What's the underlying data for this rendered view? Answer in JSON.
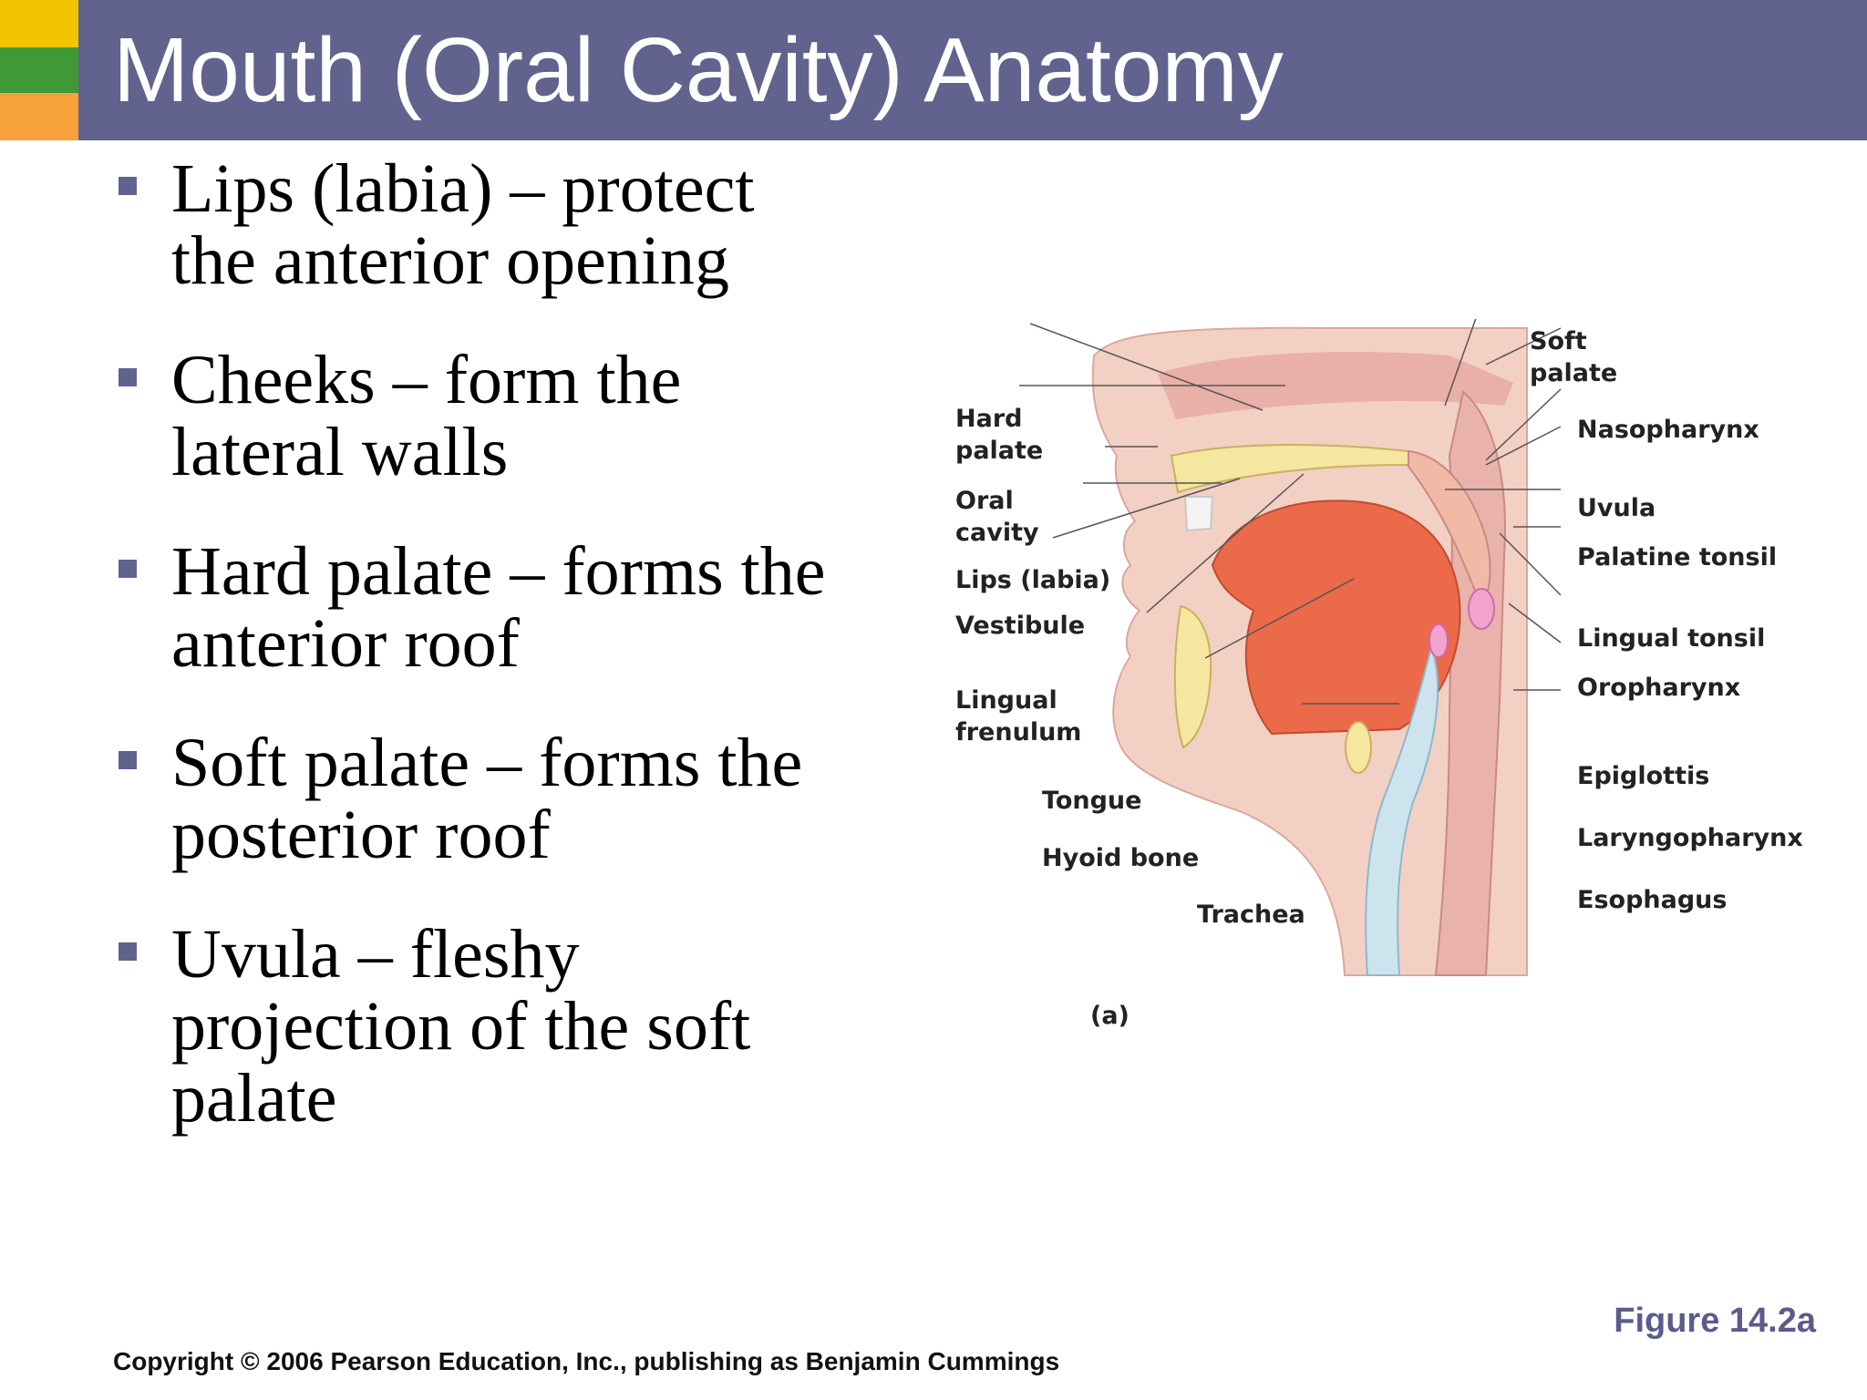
{
  "title": "Mouth (Oral Cavity) Anatomy",
  "bullets": [
    "Lips (labia) – protect the anterior opening",
    "Cheeks – form the lateral walls",
    "Hard palate – forms the anterior roof",
    "Soft palate – forms the posterior roof",
    "Uvula – fleshy projection of the soft palate"
  ],
  "diagram": {
    "labels_left": {
      "hard_palate_1": "Hard",
      "hard_palate_2": "palate",
      "oral_cavity_1": "Oral",
      "oral_cavity_2": "cavity",
      "lips": "Lips (labia)",
      "vestibule": "Vestibule",
      "lingual_frenulum_1": "Lingual",
      "lingual_frenulum_2": "frenulum",
      "tongue": "Tongue",
      "hyoid_bone": "Hyoid bone",
      "trachea": "Trachea"
    },
    "labels_right": {
      "soft_palate_1": "Soft",
      "soft_palate_2": "palate",
      "nasopharynx": "Nasopharynx",
      "uvula": "Uvula",
      "palatine_tonsil": "Palatine tonsil",
      "lingual_tonsil": "Lingual tonsil",
      "oropharynx": "Oropharynx",
      "epiglottis": "Epiglottis",
      "laryngopharynx": "Laryngopharynx",
      "esophagus": "Esophagus"
    },
    "panel_label": "(a)"
  },
  "figure_ref": "Figure 14.2a",
  "copyright": "Copyright © 2006 Pearson Education, Inc., publishing as Benjamin Cummings",
  "colors": {
    "title_bar": "#62628f",
    "accent_yellow": "#f2c500",
    "accent_green": "#3f9a36",
    "accent_orange": "#f7a13b"
  }
}
